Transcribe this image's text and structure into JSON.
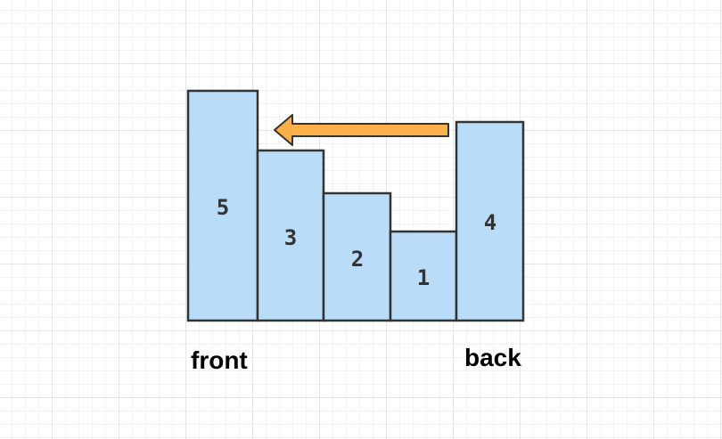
{
  "stack": {
    "bars": [
      {
        "label": "5",
        "value": 5
      },
      {
        "label": "3",
        "value": 3
      },
      {
        "label": "2",
        "value": 2
      },
      {
        "label": "1",
        "value": 1
      },
      {
        "label": "4",
        "value": 4
      }
    ]
  },
  "labels": {
    "front": "front",
    "back": "back"
  },
  "colors": {
    "bar_fill": "#b9dcf8",
    "bar_stroke": "#333333",
    "arrow_fill": "#fbb049",
    "arrow_stroke": "#333333"
  },
  "icons": {
    "arrow": "left-arrow-icon"
  }
}
